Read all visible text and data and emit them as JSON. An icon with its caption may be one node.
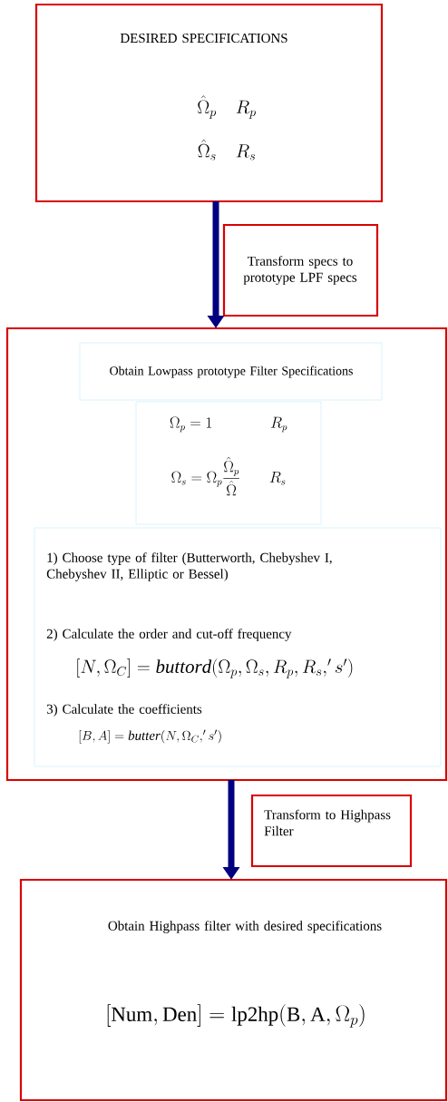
{
  "diagram": {
    "nodes": [
      {
        "text": [
          "DESIRED SPECIFICATIONS",
          "\\hat{\\Omega}_p \\quad R_p",
          "\\hat{\\Omega}_s \\quad R_s"
        ]
      },
      {
        "text": [
          "Transform specs to prototype LPF specs"
        ]
      },
      {
        "text": [],
        "shape": "box"
      },
      {
        "text": [
          "Obtain Lowpass prototype Filter Specifications"
        ],
        "in": 2
      },
      {
        "text": [
          "\\Omega_p = 1 \\qquad\\qquad R_p",
          "\\Omega_s = \\Omega_p \\frac{\\hat{\\Omega}_p}{\\hat{\\Omega}} \\qquad R_s"
        ],
        "in": 2
      },
      {
        "text": [
          "1) Choose type of filter (Butterworth, Chebyshev I, Chebyshev II, Elliptic or Bessel)",
          "2) Calculate the order and cut-off frequency",
          "[N,\\Omega_C]=\\mathit{buttord}(\\Omega_p,\\Omega_s, R_p,R_s,'s')",
          "3) Calculate the coefficients",
          "[B,A]=\\mathit{butter}(N,\\Omega_C,'s')"
        ],
        "in": 2
      },
      {
        "text": [
          "Transform to Highpass Filter"
        ]
      },
      {
        "text": [
          "Obtain Highpass filter with desired specifications",
          "[\\mathrm{Num, Den}]=\\mathrm{lp2hp}(\\mathrm{B,A}, \\Omega_p)"
        ]
      }
    ],
    "edges": [
      {
        "from": 0,
        "to": 2,
        "arrow": "to"
      },
      {
        "from": 2,
        "to": 7,
        "arrow": "to"
      }
    ]
  }
}
